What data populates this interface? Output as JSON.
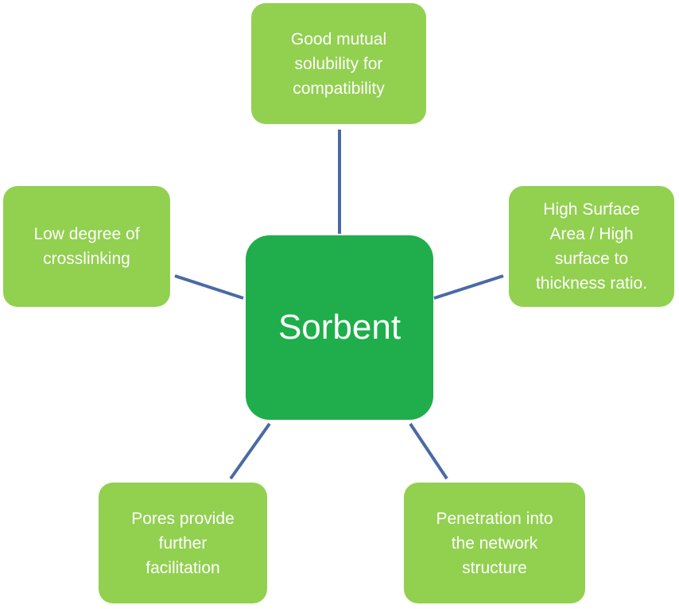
{
  "diagram": {
    "center": {
      "label": "Sorbent"
    },
    "nodes": [
      {
        "id": "top",
        "label": "Good mutual\nsolubility for\ncompatibility"
      },
      {
        "id": "left",
        "label": "Low degree of\ncrosslinking"
      },
      {
        "id": "right",
        "label": "High Surface\nArea / High\nsurface to\nthickness ratio."
      },
      {
        "id": "bottom_left",
        "label": "Pores provide\nfurther\nfacilitation"
      },
      {
        "id": "bottom_right",
        "label": "Penetration into\nthe network\nstructure"
      }
    ],
    "colors": {
      "center_fill": "#1fae4b",
      "node_fill": "#92d050",
      "text": "#ffffff",
      "connector": "#4a6aa5"
    }
  }
}
